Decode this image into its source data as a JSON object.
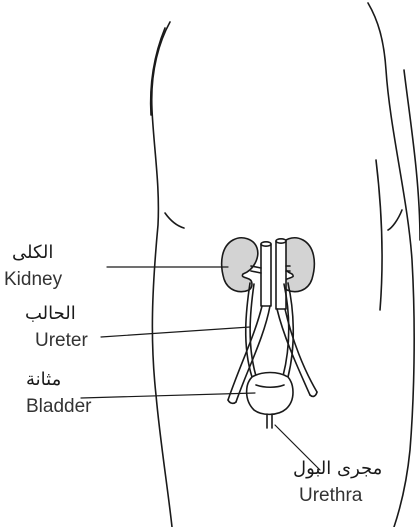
{
  "labels": {
    "kidney": {
      "ar": "الكلى",
      "en": "Kidney"
    },
    "ureter": {
      "ar": "الحالب",
      "en": "Ureter"
    },
    "bladder": {
      "ar": "مثانة",
      "en": "Bladder"
    },
    "urethra": {
      "ar": "مجرى البول",
      "en": "Urethra"
    }
  },
  "colors": {
    "kidney_fill": "#d3d3d3",
    "outline": "#1a1a1a"
  }
}
